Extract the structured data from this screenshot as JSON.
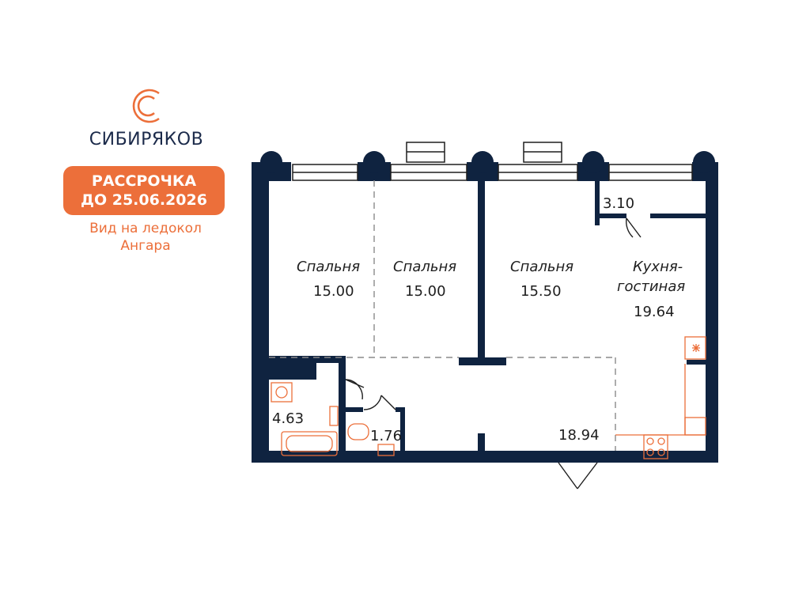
{
  "brand": {
    "name": "СИБИРЯКОВ",
    "logo_icon": "double-c-logo-icon",
    "accent_color": "#ec6f3a",
    "wall_color": "#0f2340"
  },
  "promo": {
    "line1": "РАССРОЧКА",
    "line2": "ДО 25.06.2026"
  },
  "view_note": {
    "line1": "Вид на ледокол",
    "line2": "Ангара"
  },
  "rooms": [
    {
      "name": "Спальня",
      "area": "15.00"
    },
    {
      "name": "Спальня",
      "area": "15.00"
    },
    {
      "name": "Спальня",
      "area": "15.50"
    },
    {
      "name_line1": "Кухня-",
      "name_line2": "гостиная",
      "area": "19.64"
    },
    {
      "area": "3.10"
    },
    {
      "area": "4.63"
    },
    {
      "area": "1.76"
    },
    {
      "area": "18.94"
    }
  ]
}
